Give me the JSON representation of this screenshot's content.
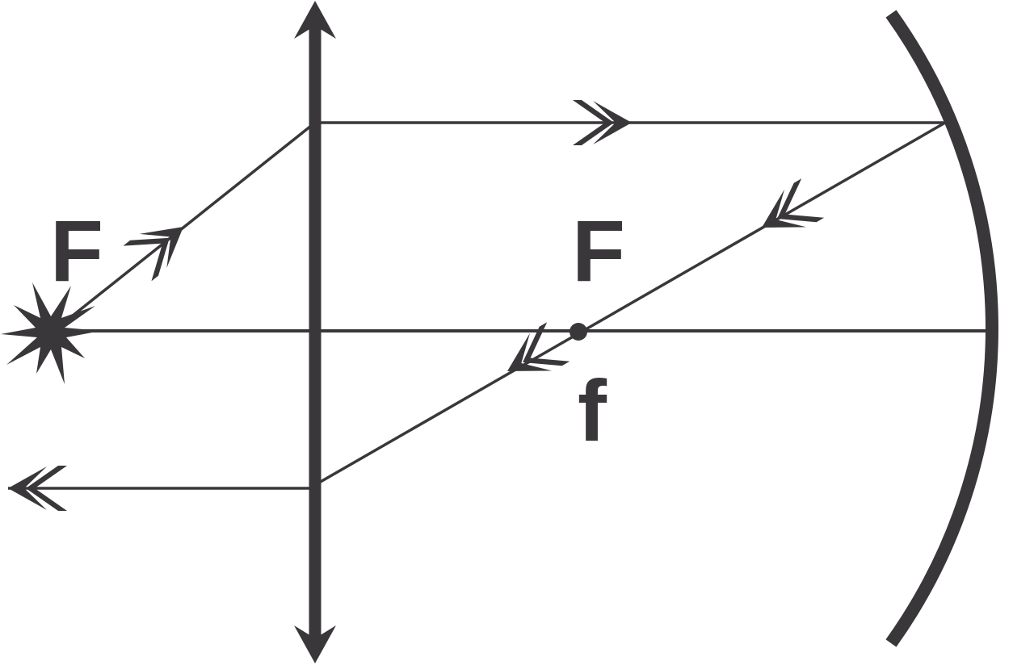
{
  "diagram": {
    "type": "optics-ray-diagram",
    "background_color": "#ffffff",
    "ink_color": "#3a373b",
    "labels": {
      "source_label": "F",
      "focal_point_label": "F",
      "focal_length_label": "f"
    },
    "shapes": [
      "light-source-starburst",
      "thin-lens-double-arrow",
      "concave-mirror-arc",
      "optical-axis",
      "ray-source-to-lens",
      "ray-lens-to-mirror",
      "ray-mirror-through-focus",
      "ray-exit-left",
      "focal-point-dot"
    ]
  }
}
